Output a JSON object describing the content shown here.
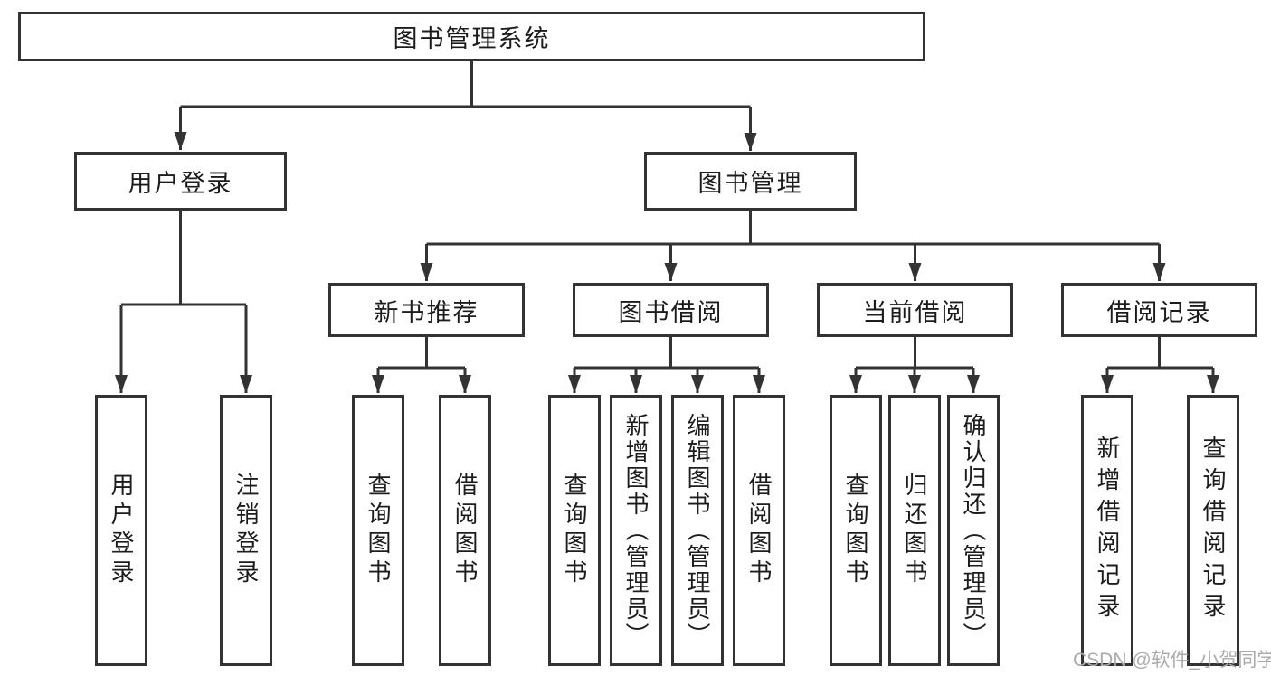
{
  "tree": {
    "label": "图书管理系统",
    "children": [
      {
        "label": "用户登录",
        "children": [
          {
            "label": "用户登录"
          },
          {
            "label": "注销登录"
          }
        ]
      },
      {
        "label": "图书管理",
        "children": [
          {
            "label": "新书推荐",
            "children": [
              {
                "label": "查询图书"
              },
              {
                "label": "借阅图书"
              }
            ]
          },
          {
            "label": "图书借阅",
            "children": [
              {
                "label": "查询图书"
              },
              {
                "label": "新增图书（管理员）"
              },
              {
                "label": "编辑图书（管理员）"
              },
              {
                "label": "借阅图书"
              }
            ]
          },
          {
            "label": "当前借阅",
            "children": [
              {
                "label": "查询图书"
              },
              {
                "label": "归还图书"
              },
              {
                "label": "确认归还（管理员）"
              }
            ]
          },
          {
            "label": "借阅记录",
            "children": [
              {
                "label": "新增借阅记录"
              },
              {
                "label": "查询借阅记录"
              }
            ]
          }
        ]
      }
    ]
  },
  "watermark": "CSDN @软件_小贺同学",
  "colors": {
    "line": "#333333",
    "text": "#1c1c1c",
    "box_fill": "#ffffff",
    "watermark": "#ababab",
    "background": "#ffffff"
  }
}
